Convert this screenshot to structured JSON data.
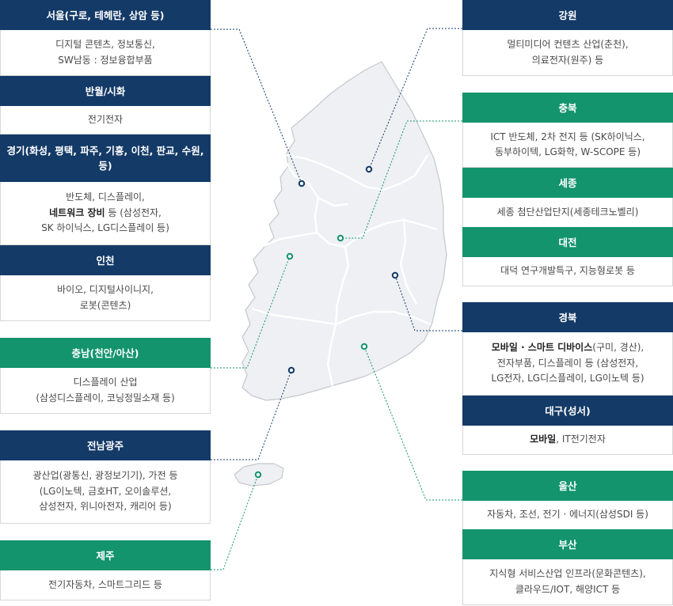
{
  "colors": {
    "navy": "#143a67",
    "green": "#13946d",
    "land": "#eef0f3",
    "border": "#c3c8cf"
  },
  "regions": {
    "seoul": {
      "title": "서울(구로, 테헤란, 상암 등)",
      "line1": "디지털 콘텐츠, 정보통신,",
      "line2": "SW남동 : 정보융합부품"
    },
    "banwol": {
      "title": "반월/시화",
      "line1": "전기전자"
    },
    "gyeonggi": {
      "title_line1": "경기(화성, 평택,",
      "title_line2": "파주, 기흥, 이천, 판교, 수원, 등)",
      "line1": "반도체, 디스플레이,",
      "line2_bold": "네트워크 장비",
      "line2_rest": " 등 (삼성전자,",
      "line3": "SK 하이닉스, LG디스플레이 등)"
    },
    "incheon": {
      "title": "인천",
      "line1": "바이오, 디지털사이니지,",
      "line2": "로봇(콘텐츠)"
    },
    "chungnam": {
      "title": "충남(천안/아산)",
      "line1": "디스플레이 산업",
      "line2": "(삼성디스플레이, 코닝정밀소재 등)"
    },
    "jeonnam": {
      "title": "전남광주",
      "line1": "광산업(광통신, 광정보기기), 가전 등",
      "line2": "(LG이노텍, 금호HT, 오이솔루션,",
      "line3": "삼성전자, 위니아전자, 캐리어 등)"
    },
    "jeju": {
      "title": "제주",
      "line1": "전기자동차, 스마트그리드 등"
    },
    "gangwon": {
      "title": "강원",
      "line1": "멀티미디어 컨텐츠 산업(춘천),",
      "line2": "의료전자(원주) 등"
    },
    "chungbuk": {
      "title": "충북",
      "line1": "ICT 반도체, 2차 전지 등 (SK하이닉스,",
      "line2": "동부하이텍, LG화학, W-SCOPE 등)"
    },
    "sejong": {
      "title": "세종",
      "line1": "세종 첨단산업단지(세종테크노벨리)"
    },
    "daejeon": {
      "title": "대전",
      "line1": "대덕 연구개발특구, 지능형로봇 등"
    },
    "gyeongbuk": {
      "title": "경북",
      "line1_bold": "모바일 · 스마트 디바이스",
      "line1_rest": "(구미, 경산),",
      "line2": "전자부품, 디스플레이 등 (삼성전자,",
      "line3": "LG전자, LG디스플레이, LG이노텍 등)"
    },
    "daegu": {
      "title": "대구(성서)",
      "line1_bold": "모바일",
      "line1_rest": ", IT전기전자"
    },
    "ulsan": {
      "title": "울산",
      "line1": "자동차, 조선, 전기 · 에너지(삼성SDI 등)"
    },
    "busan": {
      "title": "부산",
      "line1": "지식형 서비스산업 인프라(문화콘텐츠),",
      "line2": "클라우드/IOT, 해양ICT 등"
    }
  }
}
